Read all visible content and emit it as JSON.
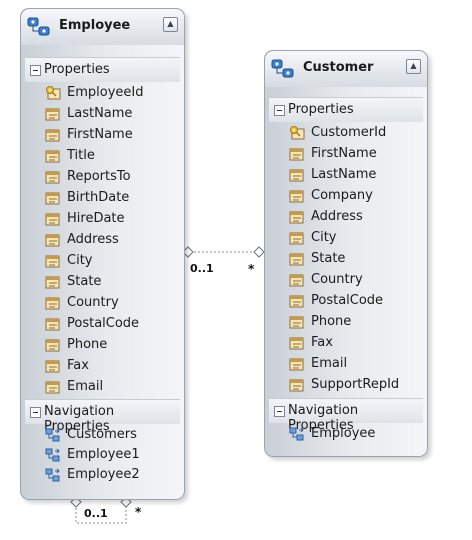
{
  "employee": {
    "title": "Employee",
    "properties_label": "Properties",
    "properties": [
      {
        "name": "EmployeeId",
        "key": true
      },
      {
        "name": "LastName",
        "key": false
      },
      {
        "name": "FirstName",
        "key": false
      },
      {
        "name": "Title",
        "key": false
      },
      {
        "name": "ReportsTo",
        "key": false
      },
      {
        "name": "BirthDate",
        "key": false
      },
      {
        "name": "HireDate",
        "key": false
      },
      {
        "name": "Address",
        "key": false
      },
      {
        "name": "City",
        "key": false
      },
      {
        "name": "State",
        "key": false
      },
      {
        "name": "Country",
        "key": false
      },
      {
        "name": "PostalCode",
        "key": false
      },
      {
        "name": "Phone",
        "key": false
      },
      {
        "name": "Fax",
        "key": false
      },
      {
        "name": "Email",
        "key": false
      }
    ],
    "navigation_label": "Navigation Properties",
    "navigation": [
      "Customers",
      "Employee1",
      "Employee2"
    ]
  },
  "customer": {
    "title": "Customer",
    "properties_label": "Properties",
    "properties": [
      {
        "name": "CustomerId",
        "key": true
      },
      {
        "name": "FirstName",
        "key": false
      },
      {
        "name": "LastName",
        "key": false
      },
      {
        "name": "Company",
        "key": false
      },
      {
        "name": "Address",
        "key": false
      },
      {
        "name": "City",
        "key": false
      },
      {
        "name": "State",
        "key": false
      },
      {
        "name": "Country",
        "key": false
      },
      {
        "name": "PostalCode",
        "key": false
      },
      {
        "name": "Phone",
        "key": false
      },
      {
        "name": "Fax",
        "key": false
      },
      {
        "name": "Email",
        "key": false
      },
      {
        "name": "SupportRepId",
        "key": false
      }
    ],
    "navigation_label": "Navigation Properties",
    "navigation": [
      "Employee"
    ]
  },
  "associations": {
    "employee_customer": {
      "one": "0..1",
      "many": "*"
    },
    "employee_self": {
      "one": "0..1",
      "many": "*"
    }
  },
  "colors": {
    "border": "#9aa4b1",
    "connector": "#8a8f96",
    "key_icon": "#d8a21a",
    "prop_icon": "#8d6b3c"
  }
}
